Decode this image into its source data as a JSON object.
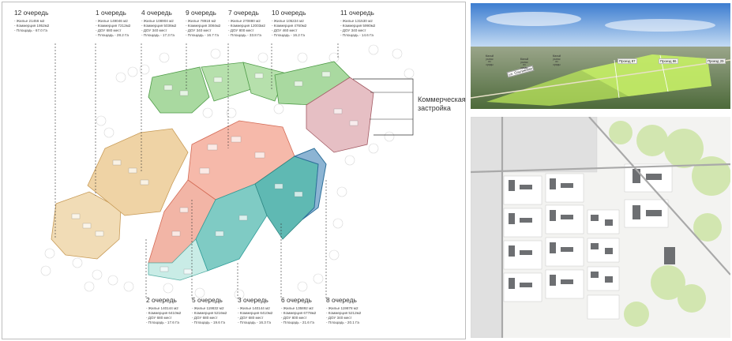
{
  "plan": {
    "queues": [
      {
        "id": "q12",
        "title": "12 очередь",
        "lines": [
          "- Жилье 21456 м2",
          "- Коммерция 1952м2",
          "- Площадь - 67.0 Га"
        ]
      },
      {
        "id": "q1",
        "title": "1 очередь",
        "lines": [
          "- Жилье 149046 м2",
          "- Коммерция 7212м2",
          "- ДОУ 680 мест",
          "- Площадь - 28.2 Га"
        ]
      },
      {
        "id": "q4",
        "title": "4 очередь",
        "lines": [
          "- Жилье 108904 м2",
          "- Коммерция 5036м2",
          "- ДОУ 340 мест",
          "- Площадь - 17.3 Га"
        ]
      },
      {
        "id": "q9",
        "title": "9 очередь",
        "lines": [
          "- Жилье 78918 м2",
          "- Коммерция 3084м2",
          "- ДОУ 340 мест",
          "- Площадь - 16.7 Га"
        ]
      },
      {
        "id": "q7",
        "title": "7 очередь",
        "lines": [
          "- Жилье 270880 м2",
          "- Коммерция 12003м2",
          "- ДОУ 800 мест",
          "- Площадь - 33.8 Га"
        ]
      },
      {
        "id": "q10",
        "title": "10 очередь",
        "lines": [
          "- Жилье 105224 м2",
          "- Коммерция 4760м2",
          "- ДОУ 460 мест",
          "- Площадь - 16.2 Га"
        ]
      },
      {
        "id": "q11",
        "title": "11 очередь",
        "lines": [
          "- Жилье 131530 м2",
          "- Коммерция 5990м2",
          "- ДОУ 340 мест",
          "- Площадь - 14.6 Га"
        ]
      },
      {
        "id": "q2",
        "title": "2 очередь",
        "lines": [
          "- Жилье 140144 м2",
          "- Коммерция 6410м2",
          "- ДОУ 680 мест",
          "- Площадь - 17.6 Га"
        ]
      },
      {
        "id": "q5",
        "title": "5 очередь",
        "lines": [
          "- Жилье 119832 м2",
          "- Коммерция 5216м2",
          "- ДОУ 680 мест",
          "- Площадь - 19.6 Га"
        ]
      },
      {
        "id": "q3",
        "title": "3 очередь",
        "lines": [
          "- Жилье 140144 м2",
          "- Коммерция 6410м2",
          "- ДОУ 680 мест",
          "- Площадь - 16.3 Га"
        ]
      },
      {
        "id": "q6",
        "title": "6 очередь",
        "lines": [
          "- Жилье 135892 м2",
          "- Коммерция 6778м2",
          "- ДОУ 800 мест",
          "- Площадь - 21.6 Га"
        ]
      },
      {
        "id": "q8",
        "title": "8 очередь",
        "lines": [
          "- Жилье 119878 м2",
          "- Коммерция 5212м2",
          "- ДОУ 340 мест",
          "- Площадь - 20.1 Га"
        ]
      }
    ],
    "commercial_label": "Коммерческая застройка",
    "zone_colors": {
      "q12": "#e3c28c",
      "q1": "#e3c28c",
      "q4": "#6fbf6a",
      "q9": "#6fbf6a",
      "q7": "#ef9a8a",
      "q10": "#6fbf6a",
      "q11": "#c98a8f",
      "q2": "#9fd7cf",
      "q5": "#ef9a8a",
      "q3": "#2f9e9a",
      "q6": "#2f9e9a",
      "q8": "#2d6f9a"
    }
  },
  "photo": {
    "labels": [
      "Проезд 87",
      "Проезд 86",
      "Проезд 29"
    ],
    "road_label": "ул. Ольгинская",
    "pois": [
      "Малый\nрынок\nиз\nсреды",
      "Малый\nрынок\nиз\nсреды",
      "Малый\nрынок\nиз\nсреды"
    ]
  }
}
